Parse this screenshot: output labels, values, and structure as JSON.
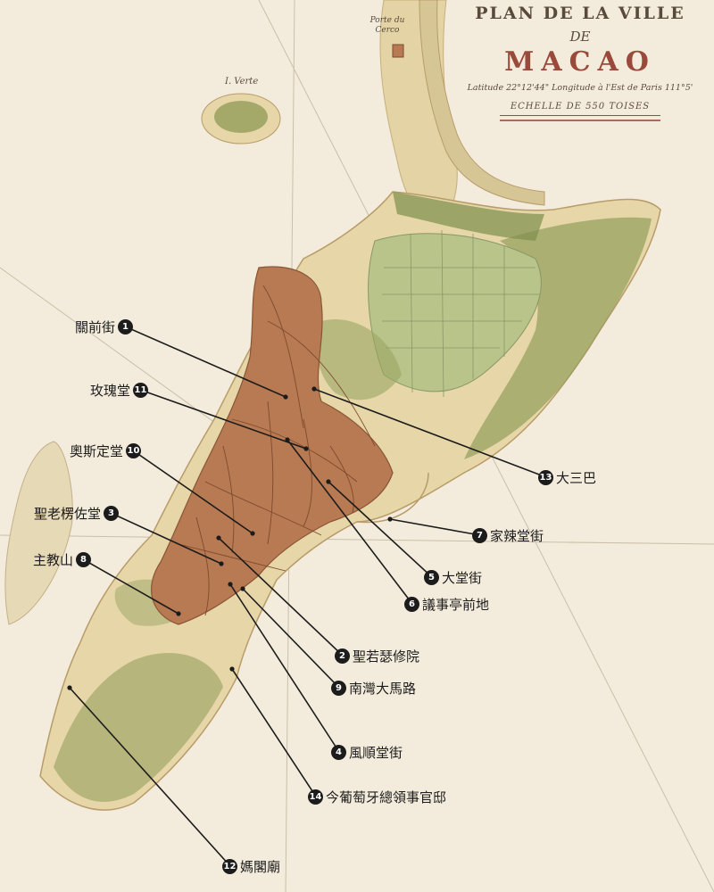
{
  "map": {
    "title_line1": "PLAN DE LA VILLE",
    "title_line2": "DE",
    "title_line3": "MACAO",
    "title_coords": "Latitude 22°12'44\" Longitude à l'Est de Paris 111°5'",
    "scale_label": "ECHELLE DE 550 TOISES",
    "island_label": "I. Verte",
    "gate_label": "Porte du Cerco",
    "colors": {
      "paper": "#f3ecdc",
      "water": "#ebe5d2",
      "land": "#e6d6a8",
      "hills": "#8e9a55",
      "city": "#b77a52",
      "fields": "#b9c48a",
      "leader": "#1c1c1c"
    }
  },
  "places": [
    {
      "num": "1",
      "name": "關前街"
    },
    {
      "num": "2",
      "name": "聖若瑟修院"
    },
    {
      "num": "3",
      "name": "聖老楞佐堂"
    },
    {
      "num": "4",
      "name": "風順堂街"
    },
    {
      "num": "5",
      "name": "大堂街"
    },
    {
      "num": "6",
      "name": "議事亭前地"
    },
    {
      "num": "7",
      "name": "家辣堂街"
    },
    {
      "num": "8",
      "name": "主教山"
    },
    {
      "num": "9",
      "name": "南灣大馬路"
    },
    {
      "num": "10",
      "name": "奧斯定堂"
    },
    {
      "num": "11",
      "name": "玫瑰堂"
    },
    {
      "num": "12",
      "name": "媽閣廟"
    },
    {
      "num": "13",
      "name": "大三巴"
    },
    {
      "num": "14",
      "name": "今葡萄牙總領事官邸"
    }
  ]
}
